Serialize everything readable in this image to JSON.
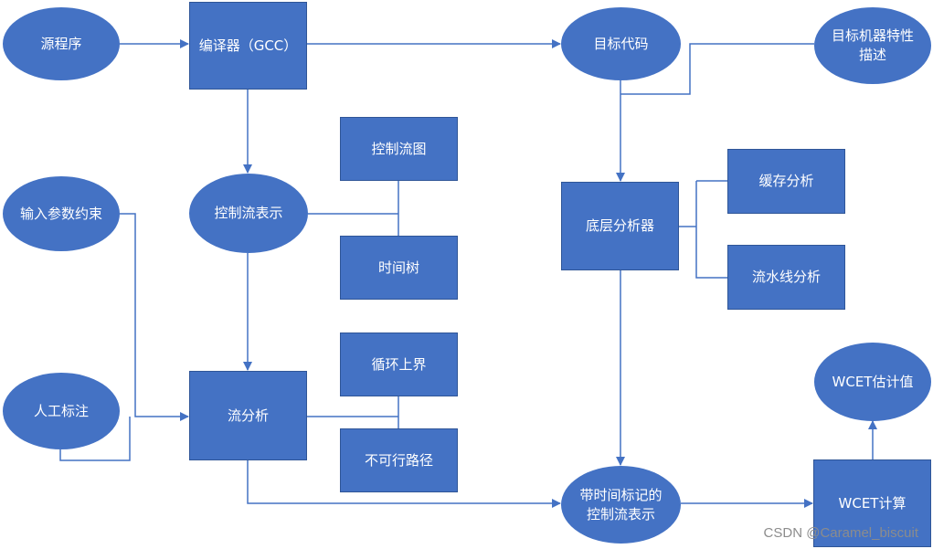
{
  "nodes": {
    "source": "源程序",
    "compiler": "编译器（GCC）",
    "target_code": "目标代码",
    "machine_desc": "目标机器特性描述",
    "input_constraints": "输入参数约束",
    "cf_repr": "控制流表示",
    "cfg": "控制流图",
    "time_tree": "时间树",
    "low_analyzer": "底层分析器",
    "cache_analysis": "缓存分析",
    "pipeline_analysis": "流水线分析",
    "manual_annotation": "人工标注",
    "flow_analysis": "流分析",
    "loop_bound": "循环上界",
    "infeasible_path": "不可行路径",
    "timed_cf": "带时间标记的控制流表示",
    "wcet_estimate": "WCET估计值",
    "wcet_calc": "WCET计算"
  },
  "watermark": "CSDN @Caramel_biscuit",
  "colors": {
    "node_fill": "#4472c4",
    "edge": "#4472c4",
    "node_text": "#ffffff"
  }
}
